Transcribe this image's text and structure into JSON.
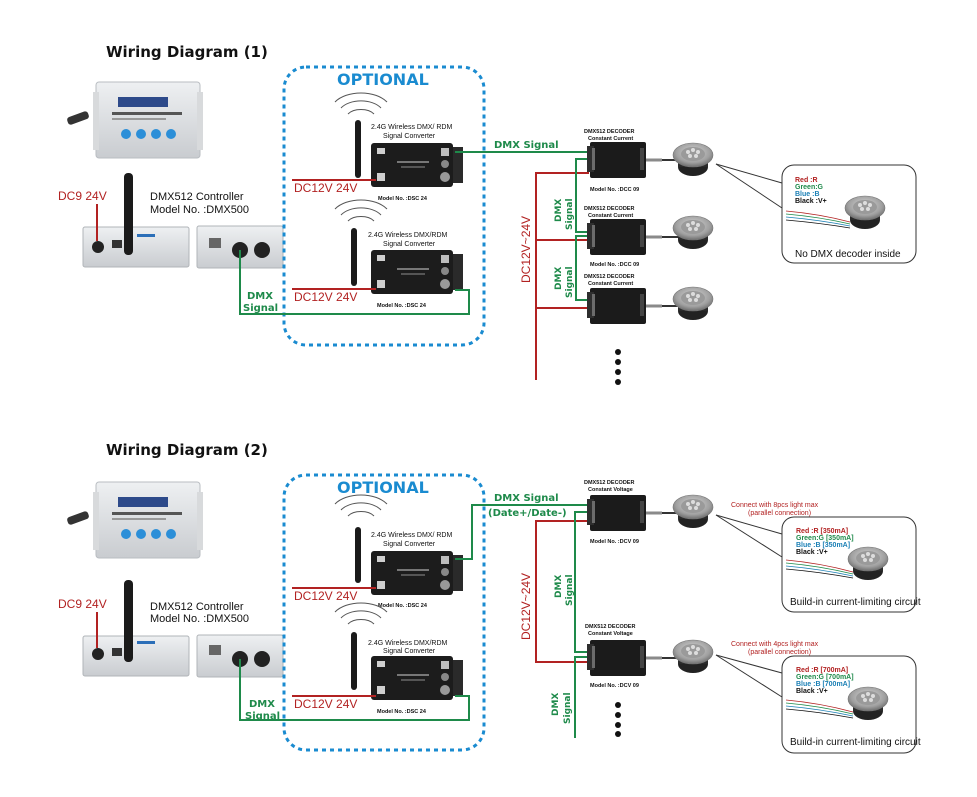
{
  "colors": {
    "power_wire": "#b22222",
    "signal_wire": "#1e8a4a",
    "optional_border": "#1a8bd0",
    "legend_red": "#b22222",
    "legend_green": "#1e8a4a",
    "legend_blue": "#1a7fb5",
    "legend_black": "#111111"
  },
  "diagrams": [
    {
      "title": "Wiring Diagram (1)",
      "optional_label": "OPTIONAL",
      "controller_power": "DC9  24V",
      "controller_name": "DMX512  Controller",
      "controller_model": "Model  No. :DMX500",
      "controller_signal_1": "DMX",
      "controller_signal_2": "Signal",
      "converters": [
        {
          "name_1": "2.4G  Wireless DMX/ RDM",
          "name_2": "Signal Converter",
          "model": "Model No. :DSC 24",
          "power": "DC12V  24V"
        },
        {
          "name_1": "2.4G  Wireless DMX/RDM",
          "name_2": "Signal Converter",
          "model": "Model No. :DSC 24",
          "power": "DC12V  24V"
        }
      ],
      "bus_signal_label": "DMX  Signal",
      "bus_signal_sub": "",
      "bus_power_label": "DC12V~24V",
      "decoders": [
        {
          "name": "DMX512  DECODER",
          "type": "Constant  Current",
          "model": "Model  No. :DCC 09"
        },
        {
          "name": "DMX512  DECODER",
          "type": "Constant  Current",
          "model": "Model  No. :DCC 09"
        },
        {
          "name": "DMX512  DECODER",
          "type": "Constant  Current",
          "model": ""
        }
      ],
      "between_signal_1": "DMX",
      "between_signal_2": "Signal",
      "callouts": [
        {
          "note_1": "",
          "note_2": "",
          "legend": [
            "Red   :R",
            "Green:G",
            "Blue   :B",
            "Black :V+"
          ],
          "caption": "No  DMX  decoder  inside"
        }
      ]
    },
    {
      "title": "Wiring Diagram (2)",
      "optional_label": "OPTIONAL",
      "controller_power": "DC9  24V",
      "controller_name": "DMX512  Controller",
      "controller_model": "Model  No. :DMX500",
      "controller_signal_1": "DMX",
      "controller_signal_2": "Signal",
      "converters": [
        {
          "name_1": "2.4G  Wireless DMX/ RDM",
          "name_2": "Signal Converter",
          "model": "Model No. :DSC 24",
          "power": "DC12V  24V"
        },
        {
          "name_1": "2.4G  Wireless DMX/RDM",
          "name_2": "Signal Converter",
          "model": "Model No. :DSC 24",
          "power": "DC12V  24V"
        }
      ],
      "bus_signal_label": "DMX  Signal",
      "bus_signal_sub": "(Date+/Date-)",
      "bus_power_label": "DC12V~24V",
      "decoders": [
        {
          "name": "DMX512  DECODER",
          "type": "Constant  Voltage",
          "model": "Model  No. :DCV 09"
        },
        {
          "name": "DMX512  DECODER",
          "type": "Constant  Voltage",
          "model": "Model  No. :DCV 09"
        }
      ],
      "between_signal_1": "DMX",
      "between_signal_2": "Signal",
      "callouts": [
        {
          "note_1": "Connect  with  8pcs  light  max",
          "note_2": "(parallel connection)",
          "legend": [
            "Red   :R  [350mA]",
            "Green:G  [350mA]",
            "Blue   :B  [350mA]",
            "Black :V+"
          ],
          "caption": "Build-in current-limiting circuit"
        },
        {
          "note_1": "Connect  with  4pcs  light  max",
          "note_2": "(parallel connection)",
          "legend": [
            "Red   :R  [700mA]",
            "Green:G  [700mA]",
            "Blue   :B  [700mA]",
            "Black :V+"
          ],
          "caption": "Build-in current-limiting circuit"
        }
      ]
    }
  ]
}
